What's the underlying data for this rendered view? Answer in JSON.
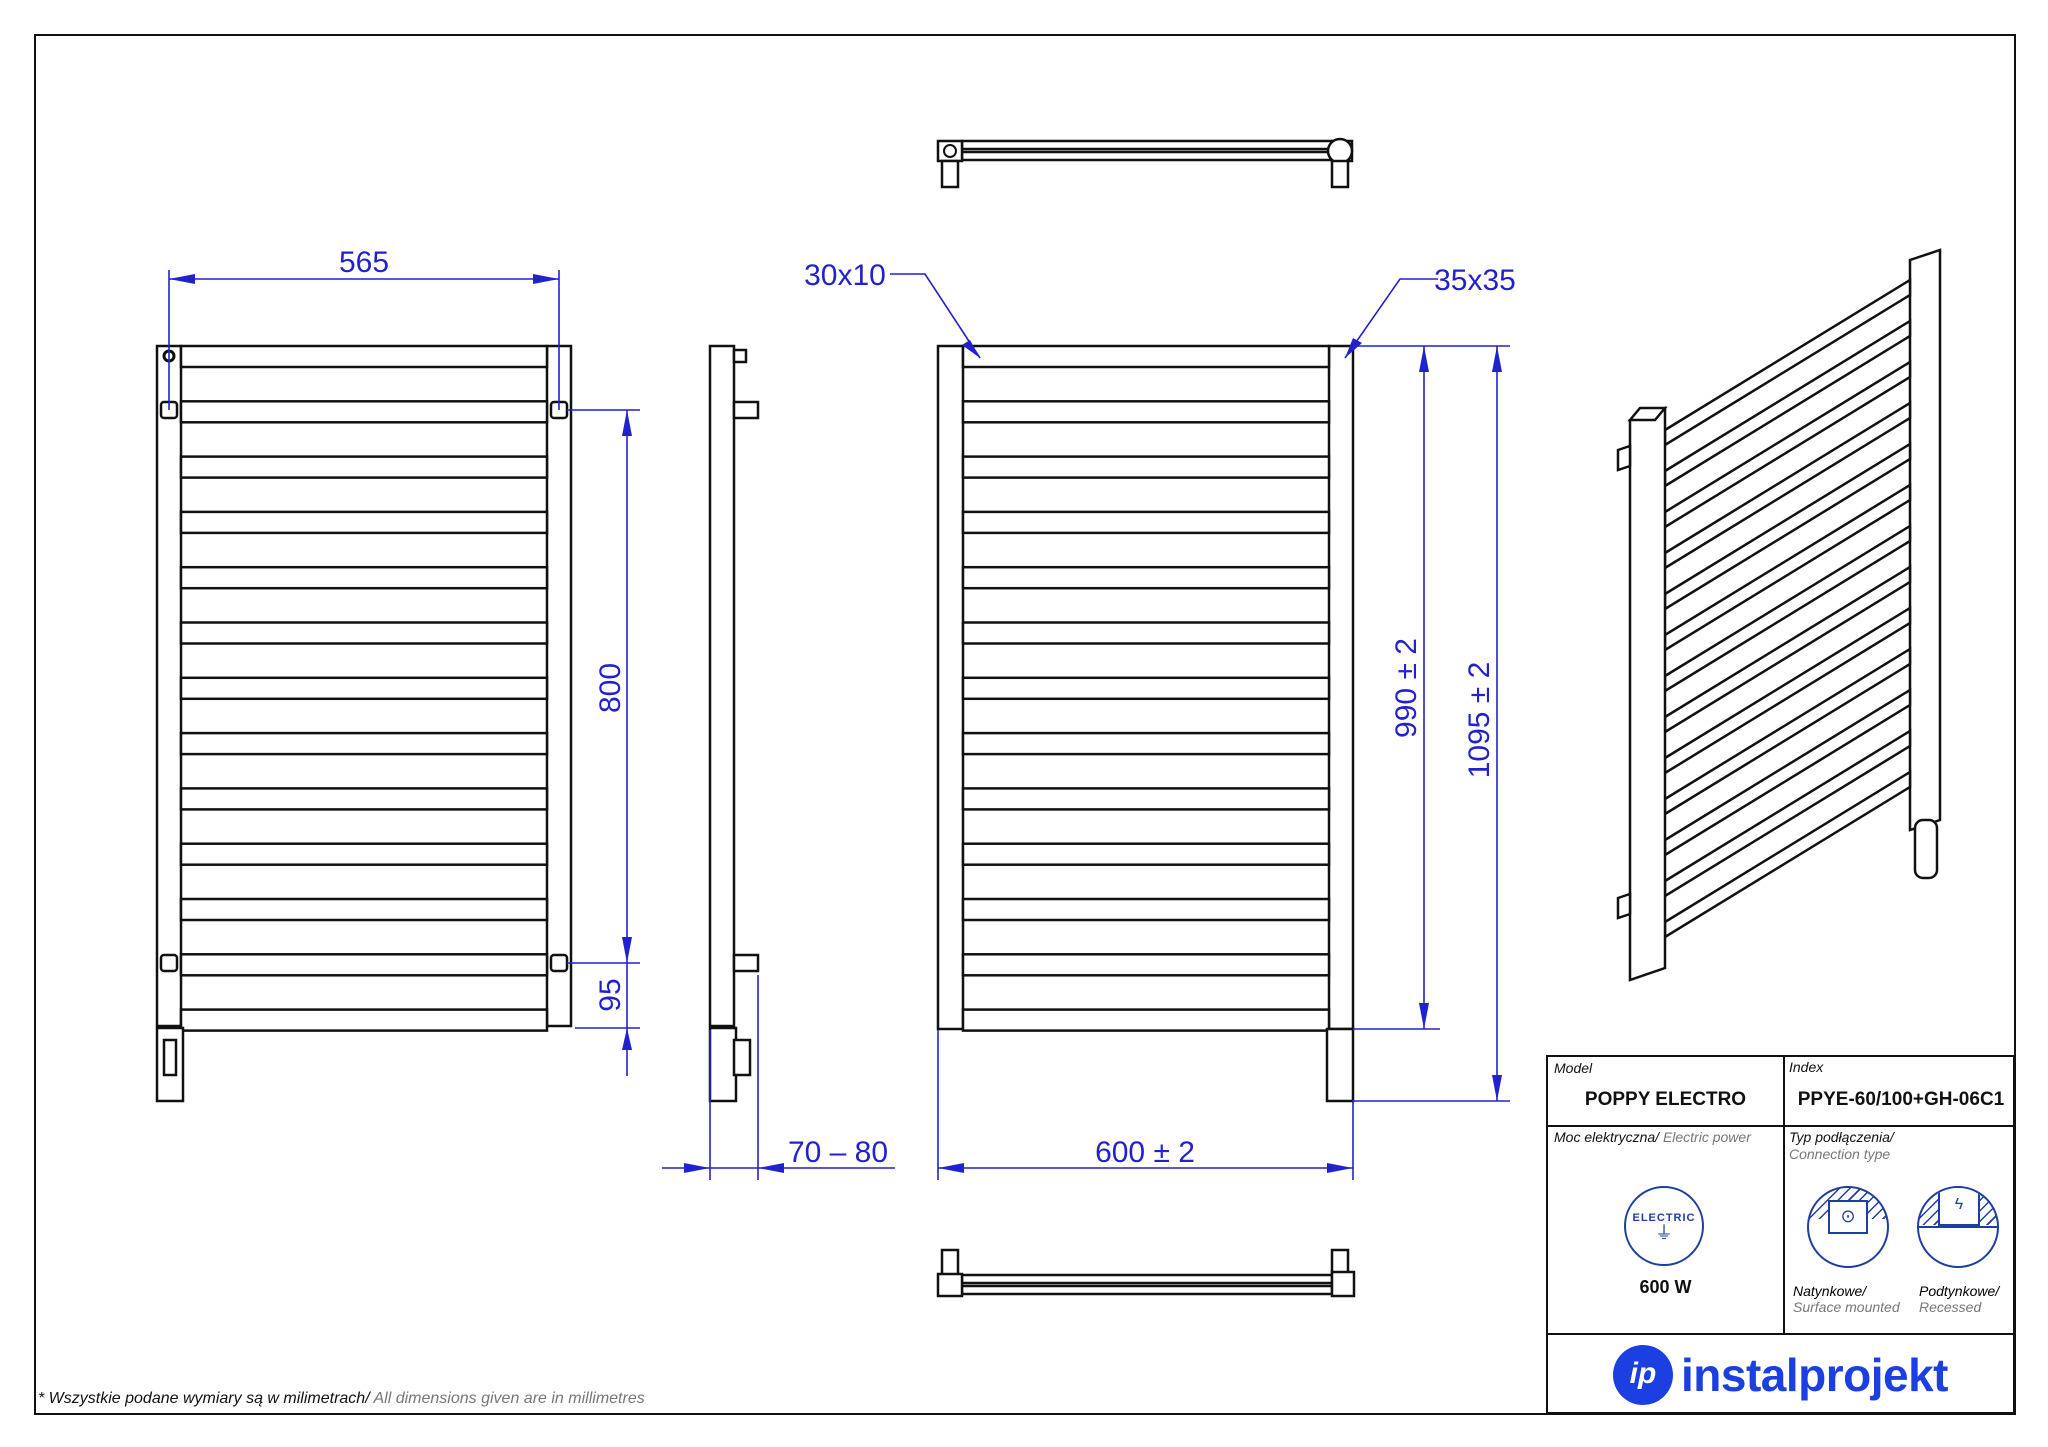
{
  "dimensions": {
    "width_565": "565",
    "height_800": "800",
    "offset_95": "95",
    "depth": "70 – 80",
    "width_600": "600  ± 2",
    "height_990": "990  ± 2",
    "height_1095": "1095  ± 2",
    "profile_30x10": "30x10",
    "profile_35x35": "35x35"
  },
  "title_block": {
    "model_label": "Model",
    "model_value": "POPPY ELECTRO",
    "index_label": "Index",
    "index_value": "PPYE-60/100+GH-06C1",
    "power_label_pl": "Moc elektryczna/",
    "power_label_en": "Electric power",
    "power_icon_text": "ELECTRIC",
    "power_value": "600 W",
    "connection_label_pl": "Typ podłączenia/",
    "connection_label_en": "Connection type",
    "surface_pl": "Natynkowe/",
    "surface_en": "Surface mounted",
    "recessed_pl": "Podtynkowe/",
    "recessed_en": "Recessed",
    "brand": "instalprojekt"
  },
  "footnote": {
    "pl": "* Wszystkie podane wymiary są w milimetrach/",
    "en": "All dimensions given are in millimetres"
  },
  "colors": {
    "accent": "#2222cc",
    "brand": "#1b3fe0"
  }
}
